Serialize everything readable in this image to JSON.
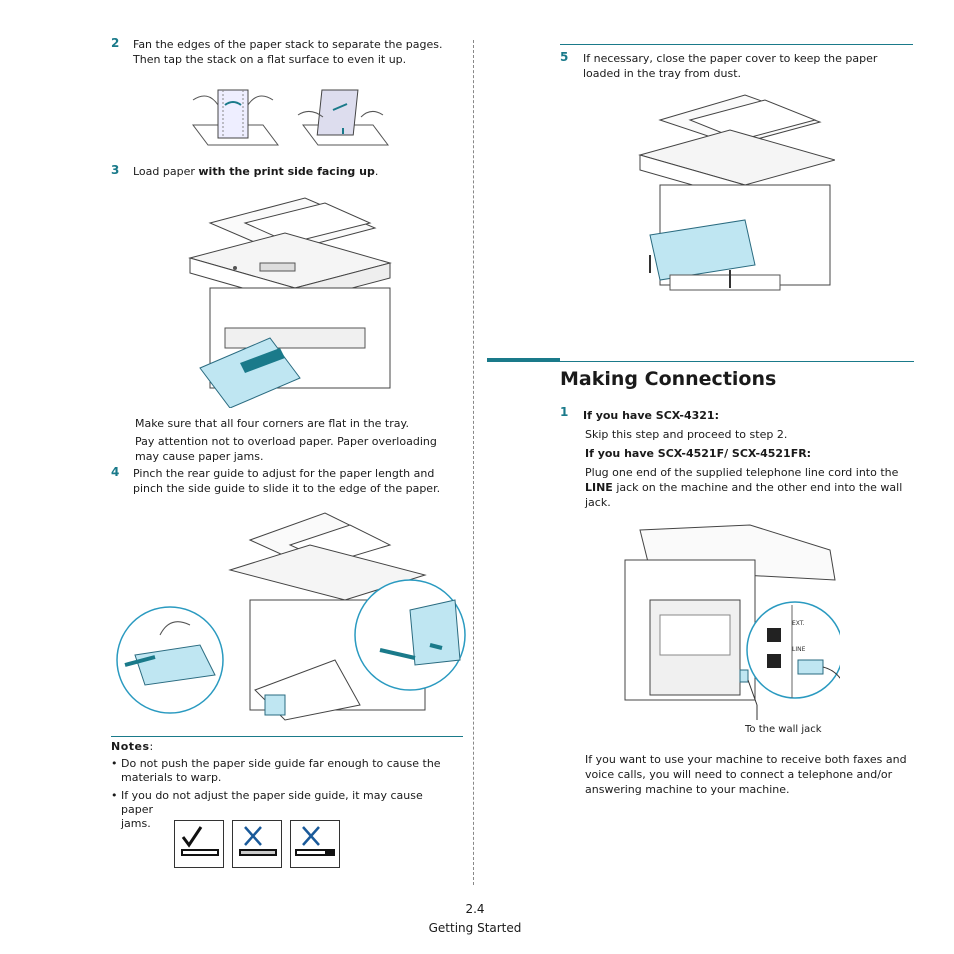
{
  "left": {
    "step2": {
      "num": "2",
      "line1": "Fan the edges of the paper stack to separate the pages.",
      "line2": "Then tap the stack on a flat surface to even it up."
    },
    "step3": {
      "num": "3",
      "pre": "Load paper ",
      "bold": "with the print side facing up",
      "post": "."
    },
    "note_flat": "Make sure that all four corners are flat in the tray.",
    "note_overload1": "Pay attention not to overload paper. Paper overloading",
    "note_overload2": "may cause paper jams.",
    "step4": {
      "num": "4",
      "line1": "Pinch the rear guide to adjust for the paper length and",
      "line2": "pinch the side guide to slide it to the edge of the paper."
    },
    "notes_title": "Notes",
    "notes": [
      {
        "line1": "Do not push the paper side guide far enough to cause the",
        "line2": "materials to warp."
      },
      {
        "line1": "If you do not adjust the paper side guide, it may cause paper",
        "line2": "jams."
      }
    ]
  },
  "right": {
    "step5": {
      "num": "5",
      "line1": "If necessary, close the paper cover to keep the paper",
      "line2": "loaded in the tray from dust."
    },
    "heading": "Making Connections",
    "step1": {
      "num": "1",
      "title_a": "If you have SCX-4321:",
      "text_a": "Skip this step and proceed to step 2.",
      "title_b": "If you have SCX-4521F/ SCX-4521FR:",
      "line1": "Plug one end of the supplied telephone line cord into the",
      "line2_bold": "LINE",
      "line2_rest": " jack on the machine and the other end into the wall",
      "line3": "jack."
    },
    "ext_label": "EXT.",
    "line_label": "LINE",
    "wall_jack": "To the wall jack",
    "closing1": "If you want to use your machine to receive both faxes and",
    "closing2": "voice calls, you will need to connect a telephone and/or",
    "closing3": "answering machine to your machine."
  },
  "footer": {
    "page": "2.4",
    "section": "Getting Started"
  },
  "colors": {
    "accent": "#1a7a8a",
    "tray_blue": "#bfe6f2"
  }
}
